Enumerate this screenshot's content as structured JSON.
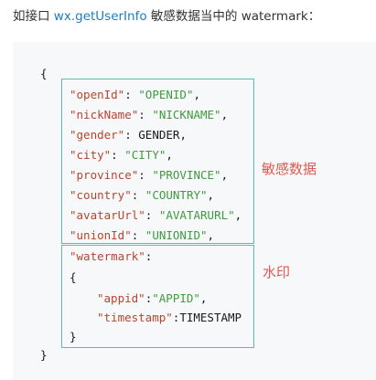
{
  "intro": {
    "prefix": "如接口 ",
    "api": "wx.getUserInfo",
    "suffix": " 敏感数据当中的 watermark："
  },
  "code": {
    "open_brace": "{",
    "close_brace": "}",
    "sensitive_fields": [
      {
        "key": "\"openId\"",
        "sep": ": ",
        "value": "\"OPENID\"",
        "value_type": "string",
        "tail": ","
      },
      {
        "key": "\"nickName\"",
        "sep": ": ",
        "value": "\"NICKNAME\"",
        "value_type": "string",
        "tail": ","
      },
      {
        "key": "\"gender\"",
        "sep": ": ",
        "value": "GENDER",
        "value_type": "plain",
        "tail": ","
      },
      {
        "key": "\"city\"",
        "sep": ": ",
        "value": "\"CITY\"",
        "value_type": "string",
        "tail": ","
      },
      {
        "key": "\"province\"",
        "sep": ": ",
        "value": "\"PROVINCE\"",
        "value_type": "string",
        "tail": ","
      },
      {
        "key": "\"country\"",
        "sep": ": ",
        "value": "\"COUNTRY\"",
        "value_type": "string",
        "tail": ","
      },
      {
        "key": "\"avatarUrl\"",
        "sep": ": ",
        "value": "\"AVATARURL\"",
        "value_type": "string",
        "tail": ","
      },
      {
        "key": "\"unionId\"",
        "sep": ": ",
        "value": "\"UNIONID\"",
        "value_type": "string",
        "tail": ","
      }
    ],
    "watermark_key": "\"watermark\"",
    "watermark_sep": ":",
    "watermark_open": "{",
    "watermark_close": "}",
    "watermark_fields": [
      {
        "key": "\"appid\"",
        "sep": ":",
        "value": "\"APPID\"",
        "value_type": "string",
        "tail": ","
      },
      {
        "key": "\"timestamp\"",
        "sep": ":",
        "value": "TIMESTAMP",
        "value_type": "plain",
        "tail": ""
      }
    ]
  },
  "annotations": {
    "sensitive_label": "敏感数据",
    "watermark_label": "水印"
  },
  "colors": {
    "api_link": "#1e7dc1",
    "json_key": "#b5462d",
    "json_string": "#3f9a3f",
    "frame": "#5bbdb2",
    "annotation": "#e05a4f",
    "code_background": "#f7f8fa"
  }
}
